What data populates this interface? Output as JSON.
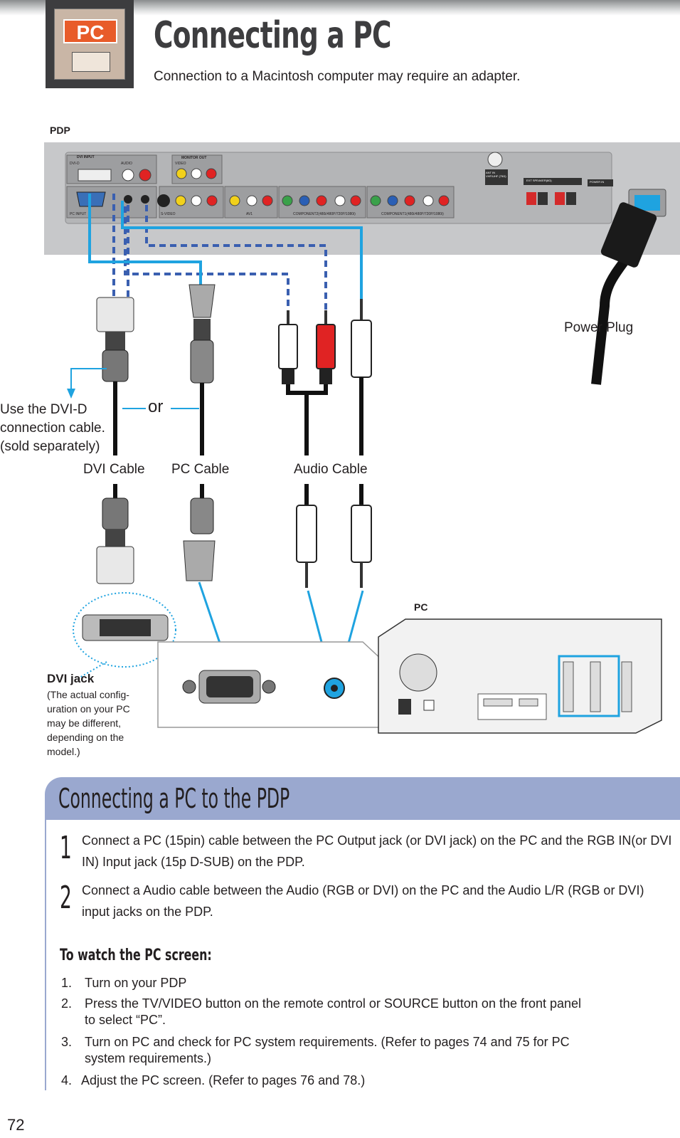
{
  "header": {
    "icon_label": "PC",
    "title": "Connecting a PC",
    "subtitle": "Connection to a Macintosh computer may require an adapter."
  },
  "diagram": {
    "pdp_label": "PDP",
    "pc_label": "PC",
    "power_plug": "Power Plug",
    "dvi_note": [
      "Use the DVI-D",
      "connection cable.",
      "(sold separately)"
    ],
    "or": "or",
    "dvi_cable": "DVI Cable",
    "pc_cable": "PC Cable",
    "audio_cable": "Audio Cable",
    "dvi_jack_title": "DVI jack",
    "dvi_jack_note": [
      "(The actual config-",
      "uration on your PC",
      "may be different,",
      "depending on the",
      "model.)"
    ],
    "panel_labels": {
      "dvi_input": "DVI INPUT",
      "dvi_d": "DVI-D",
      "audio": "AUDIO",
      "monitor_out": "MONITOR OUT",
      "video": "VIDEO",
      "pc_input": "PC INPUT",
      "s_video": "S-VIDEO",
      "av1": "AV1",
      "component1": "COMPONENT2(480i/480P/720P/1080i)",
      "component2": "COMPONENT1(480i/480P/720P/1080i)",
      "ant": "ANT IN VHF/UHF (75Ω)",
      "power_in": "POWER IN",
      "ext_speaker": "EXT SPEAKER(8Ω)"
    }
  },
  "section": {
    "title": "Connecting a PC to the PDP",
    "steps": [
      {
        "num": "1",
        "text": "Connect a PC (15pin) cable between the PC Output jack (or DVI jack) on the PC and the RGB IN(or DVI IN) Input jack (15p D-SUB) on the PDP."
      },
      {
        "num": "2",
        "text": "Connect a Audio cable between the Audio (RGB or DVI) on the PC and the Audio L/R (RGB or DVI) input jacks on the PDP."
      }
    ],
    "watch_heading": "To watch the PC screen:",
    "watch_items": [
      {
        "num": "1.",
        "text": "Turn on your PDP",
        "cont": ""
      },
      {
        "num": "2.",
        "text": "Press the TV/VIDEO button on the remote control or SOURCE button on the front panel",
        "cont": "to select “PC”."
      },
      {
        "num": "3.",
        "text": "Turn on PC and check for PC system requirements. (Refer to pages 74 and 75 for PC",
        "cont": "system requirements.)"
      },
      {
        "num": "4.",
        "text": "Adjust the PC screen. (Refer to pages 76 and 78.)",
        "cont": ""
      }
    ]
  },
  "page_number": "72",
  "colors": {
    "cable_blue": "#1fa3e0",
    "dashed_blue": "#3a5fb0",
    "section_bar": "#9aa8cf",
    "panel_gray": "#c7c8ca",
    "icon_orange": "#e85c2a"
  }
}
